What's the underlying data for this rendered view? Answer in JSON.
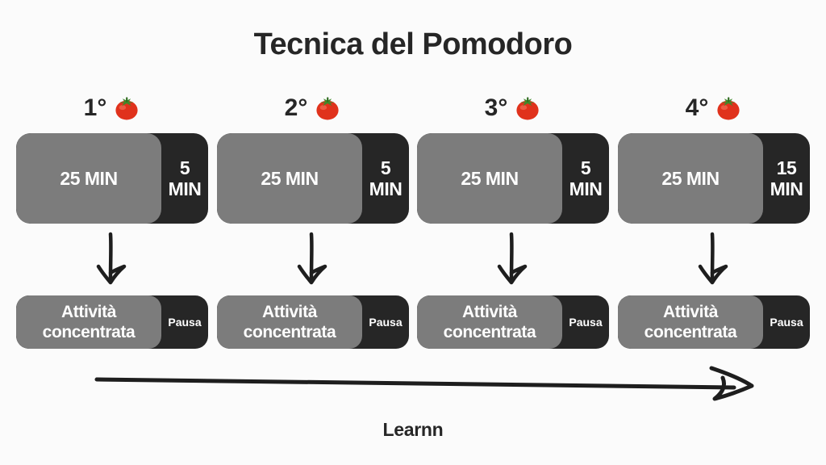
{
  "title": "Tecnica del Pomodoro",
  "rounds": [
    {
      "label": "1°",
      "work": "25 MIN",
      "break_top": "5",
      "break_bottom": "MIN",
      "focus_line1": "Attività",
      "focus_line2": "concentrata",
      "pause": "Pausa"
    },
    {
      "label": "2°",
      "work": "25 MIN",
      "break_top": "5",
      "break_bottom": "MIN",
      "focus_line1": "Attività",
      "focus_line2": "concentrata",
      "pause": "Pausa"
    },
    {
      "label": "3°",
      "work": "25 MIN",
      "break_top": "5",
      "break_bottom": "MIN",
      "focus_line1": "Attività",
      "focus_line2": "concentrata",
      "pause": "Pausa"
    },
    {
      "label": "4°",
      "work": "25 MIN",
      "break_top": "15",
      "break_bottom": "MIN",
      "focus_line1": "Attività",
      "focus_line2": "concentrata",
      "pause": "Pausa"
    }
  ],
  "footer": "Learnn",
  "icons": {
    "round": "tomato-icon",
    "down": "down-arrow-icon",
    "timeline": "right-arrow-icon"
  },
  "colors": {
    "background": "#fbfbfb",
    "work": "#7c7c7c",
    "break": "#262626",
    "text": "#262626",
    "tomato": "#e0321c"
  }
}
